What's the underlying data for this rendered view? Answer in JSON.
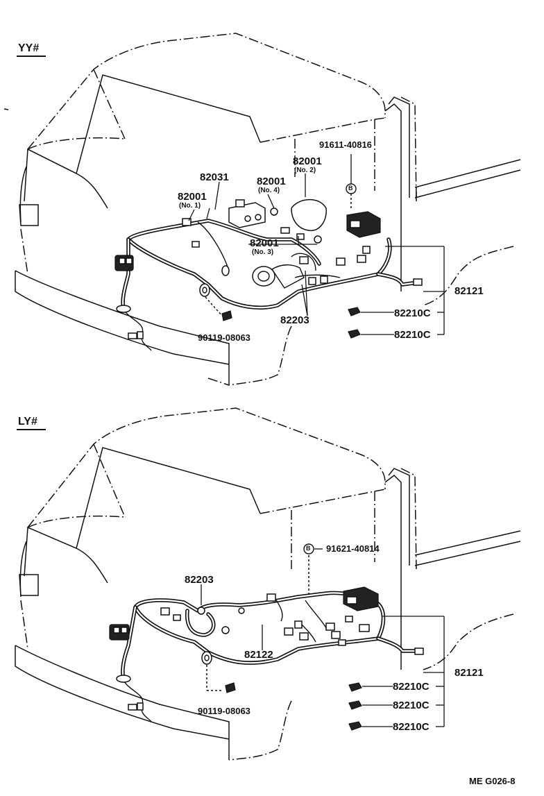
{
  "sections": {
    "top": {
      "variant": "YY#",
      "labels": {
        "p82031": "82031",
        "p82001_no1": "82001",
        "p82001_no1_sub": "(No. 1)",
        "p82001_no4": "82001",
        "p82001_no4_sub": "(No. 4)",
        "p82001_no2": "82001",
        "p82001_no2_sub": "(No. 2)",
        "p91611": "91611-40816",
        "p82001_no3": "82001",
        "p82001_no3_sub": "(No. 3)",
        "p82121": "82121",
        "p82203": "82203",
        "p82210c_1": "82210C",
        "p82210c_2": "82210C",
        "p90119": "90119-08063",
        "marker": "B"
      }
    },
    "bottom": {
      "variant": "LY#",
      "labels": {
        "p91621": "91621-40814",
        "p82203": "82203",
        "p82122": "82122",
        "p82121": "82121",
        "p82210c_1": "82210C",
        "p82210c_2": "82210C",
        "p82210c_3": "82210C",
        "p90119": "90119-08063",
        "marker": "B"
      }
    }
  },
  "footer": {
    "code": "ME  G026-8"
  }
}
